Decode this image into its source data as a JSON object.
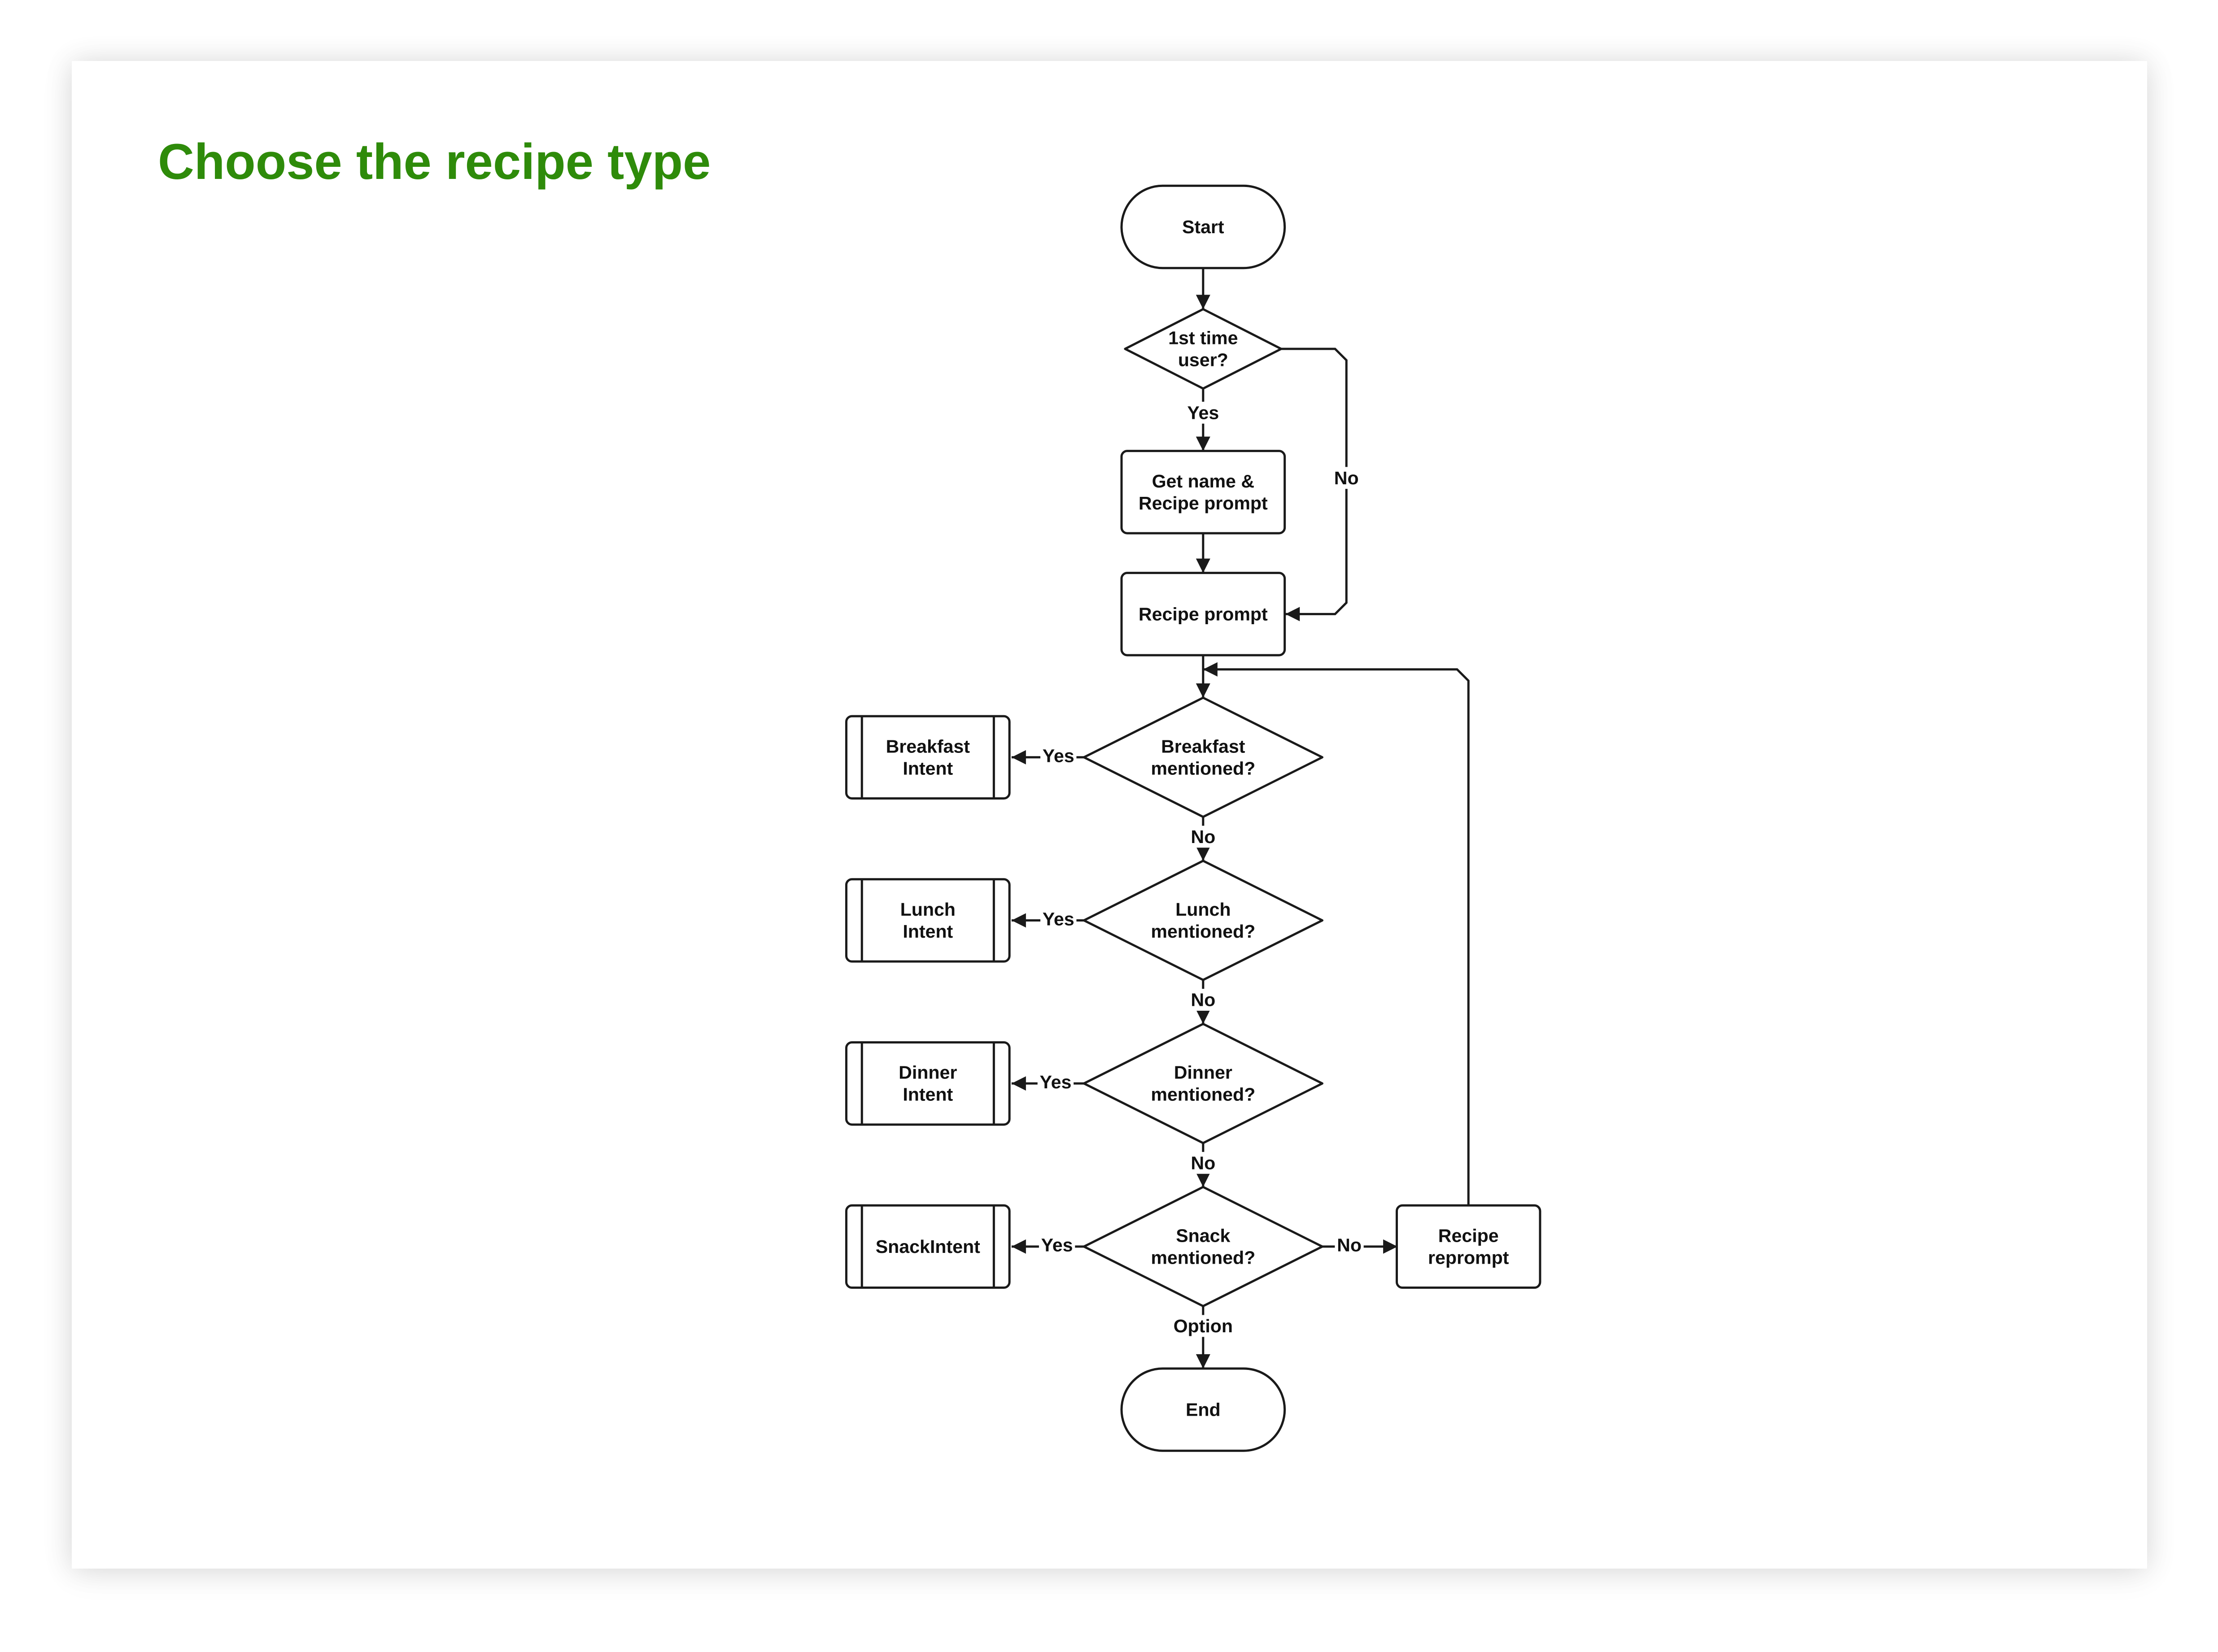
{
  "title": "Choose the recipe type",
  "colors": {
    "title": "#2e8b0a",
    "stroke": "#1a1a1a",
    "text": "#111111",
    "background": "#ffffff"
  },
  "nodes": {
    "start": {
      "type": "terminator",
      "lines": [
        "Start"
      ]
    },
    "first_time": {
      "type": "decision",
      "lines": [
        "1st time",
        "user?"
      ]
    },
    "get_name": {
      "type": "process",
      "lines": [
        "Get name &",
        "Recipe prompt"
      ]
    },
    "recipe_prompt": {
      "type": "process",
      "lines": [
        "Recipe prompt"
      ]
    },
    "breakfast_q": {
      "type": "decision",
      "lines": [
        "Breakfast",
        "mentioned?"
      ]
    },
    "lunch_q": {
      "type": "decision",
      "lines": [
        "Lunch",
        "mentioned?"
      ]
    },
    "dinner_q": {
      "type": "decision",
      "lines": [
        "Dinner",
        "mentioned?"
      ]
    },
    "snack_q": {
      "type": "decision",
      "lines": [
        "Snack",
        "mentioned?"
      ]
    },
    "breakfast_intent": {
      "type": "subprocess",
      "lines": [
        "Breakfast",
        "Intent"
      ]
    },
    "lunch_intent": {
      "type": "subprocess",
      "lines": [
        "Lunch",
        "Intent"
      ]
    },
    "dinner_intent": {
      "type": "subprocess",
      "lines": [
        "Dinner",
        "Intent"
      ]
    },
    "snack_intent": {
      "type": "subprocess",
      "lines": [
        "SnackIntent"
      ]
    },
    "reprompt": {
      "type": "process",
      "lines": [
        "Recipe",
        "reprompt"
      ]
    },
    "end": {
      "type": "terminator",
      "lines": [
        "End"
      ]
    }
  },
  "edges": [
    {
      "from": "start",
      "to": "first_time",
      "label": ""
    },
    {
      "from": "first_time",
      "to": "get_name",
      "label": "Yes"
    },
    {
      "from": "first_time",
      "to": "recipe_prompt",
      "label": "No"
    },
    {
      "from": "get_name",
      "to": "recipe_prompt",
      "label": ""
    },
    {
      "from": "recipe_prompt",
      "to": "breakfast_q",
      "label": ""
    },
    {
      "from": "breakfast_q",
      "to": "breakfast_intent",
      "label": "Yes"
    },
    {
      "from": "breakfast_q",
      "to": "lunch_q",
      "label": "No"
    },
    {
      "from": "lunch_q",
      "to": "lunch_intent",
      "label": "Yes"
    },
    {
      "from": "lunch_q",
      "to": "dinner_q",
      "label": "No"
    },
    {
      "from": "dinner_q",
      "to": "dinner_intent",
      "label": "Yes"
    },
    {
      "from": "dinner_q",
      "to": "snack_q",
      "label": "No"
    },
    {
      "from": "snack_q",
      "to": "snack_intent",
      "label": "Yes"
    },
    {
      "from": "snack_q",
      "to": "reprompt",
      "label": "No"
    },
    {
      "from": "snack_q",
      "to": "end",
      "label": "Option"
    },
    {
      "from": "reprompt",
      "to": "breakfast_q",
      "label": ""
    }
  ]
}
